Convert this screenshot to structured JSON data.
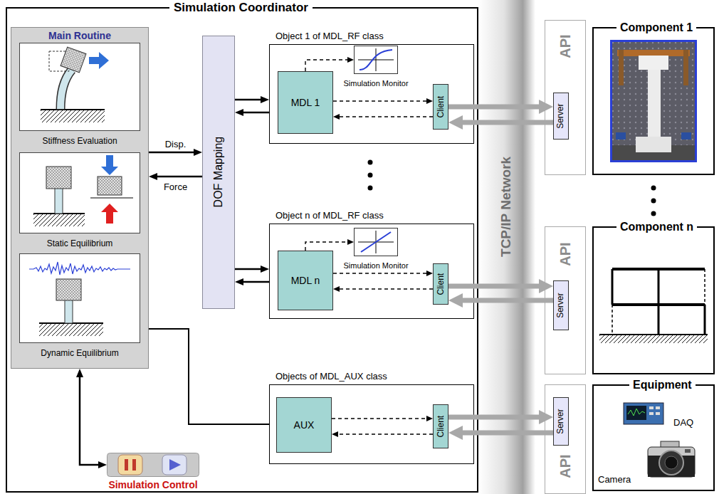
{
  "diagram": {
    "nodes": [
      {
        "text": [
          "Simulation Coordinator"
        ]
      },
      {
        "text": [
          "Main Routine"
        ],
        "in": 0
      },
      {
        "text": [
          "Stiffness Evaluation"
        ],
        "in": 1
      },
      {
        "text": [
          "Static Equilibrium"
        ],
        "in": 1
      },
      {
        "text": [
          "Dynamic Equilibrium"
        ],
        "in": 1
      },
      {
        "text": [
          "DOF Mapping"
        ],
        "in": 0
      },
      {
        "text": [
          "Object 1 of MDL_RF class"
        ],
        "in": 0
      },
      {
        "text": [
          "MDL 1"
        ],
        "in": 6
      },
      {
        "text": [
          "Simulation Monitor"
        ],
        "in": 6
      },
      {
        "text": [
          "Client"
        ],
        "in": 6
      },
      {
        "text": [
          "Object n of MDL_RF class"
        ],
        "in": 0
      },
      {
        "text": [
          "MDL n"
        ],
        "in": 10
      },
      {
        "text": [
          "Simulation Monitor"
        ],
        "in": 10
      },
      {
        "text": [
          "Client"
        ],
        "in": 10
      },
      {
        "text": [
          "Objects of MDL_AUX class"
        ],
        "in": 0
      },
      {
        "text": [
          "AUX"
        ],
        "in": 14
      },
      {
        "text": [
          "Client"
        ],
        "in": 14
      },
      {
        "text": [
          "Simulation Control"
        ],
        "in": 0
      },
      {
        "text": [
          "TCP/IP Network"
        ]
      },
      {
        "text": [
          "API"
        ]
      },
      {
        "text": [
          "Server"
        ],
        "in": 19
      },
      {
        "text": [
          "Component 1"
        ]
      },
      {
        "text": [
          "API"
        ]
      },
      {
        "text": [
          "Server"
        ],
        "in": 22
      },
      {
        "text": [
          "Component n"
        ]
      },
      {
        "text": [
          "API"
        ]
      },
      {
        "text": [
          "Server"
        ],
        "in": 25
      },
      {
        "text": [
          "Equipment",
          "DAQ",
          "Camera"
        ]
      }
    ],
    "edges": [
      {
        "from": 1,
        "to": 5,
        "arrow": "to",
        "label": "Disp."
      },
      {
        "from": 5,
        "to": 1,
        "arrow": "to",
        "label": "Force"
      },
      {
        "from": 5,
        "to": 6,
        "arrow": "to"
      },
      {
        "from": 6,
        "to": 5,
        "arrow": "to"
      },
      {
        "from": 5,
        "to": 10,
        "arrow": "to"
      },
      {
        "from": 10,
        "to": 5,
        "arrow": "to"
      },
      {
        "from": 7,
        "to": 8,
        "arrow": "to"
      },
      {
        "from": 7,
        "to": 9,
        "arrow": "to"
      },
      {
        "from": 9,
        "to": 7,
        "arrow": "to"
      },
      {
        "from": 11,
        "to": 12,
        "arrow": "to"
      },
      {
        "from": 11,
        "to": 13,
        "arrow": "to"
      },
      {
        "from": 13,
        "to": 11,
        "arrow": "to"
      },
      {
        "from": 15,
        "to": 16,
        "arrow": "to"
      },
      {
        "from": 16,
        "to": 15,
        "arrow": "to"
      },
      {
        "from": 1,
        "to": 14,
        "arrow": "none"
      },
      {
        "from": 1,
        "to": 17,
        "arrow": "both"
      },
      {
        "from": 9,
        "to": 20,
        "arrow": "to"
      },
      {
        "from": 20,
        "to": 9,
        "arrow": "to"
      },
      {
        "from": 13,
        "to": 23,
        "arrow": "to"
      },
      {
        "from": 23,
        "to": 13,
        "arrow": "to"
      },
      {
        "from": 16,
        "to": 26,
        "arrow": "to"
      },
      {
        "from": 26,
        "to": 16,
        "arrow": "to"
      }
    ]
  }
}
